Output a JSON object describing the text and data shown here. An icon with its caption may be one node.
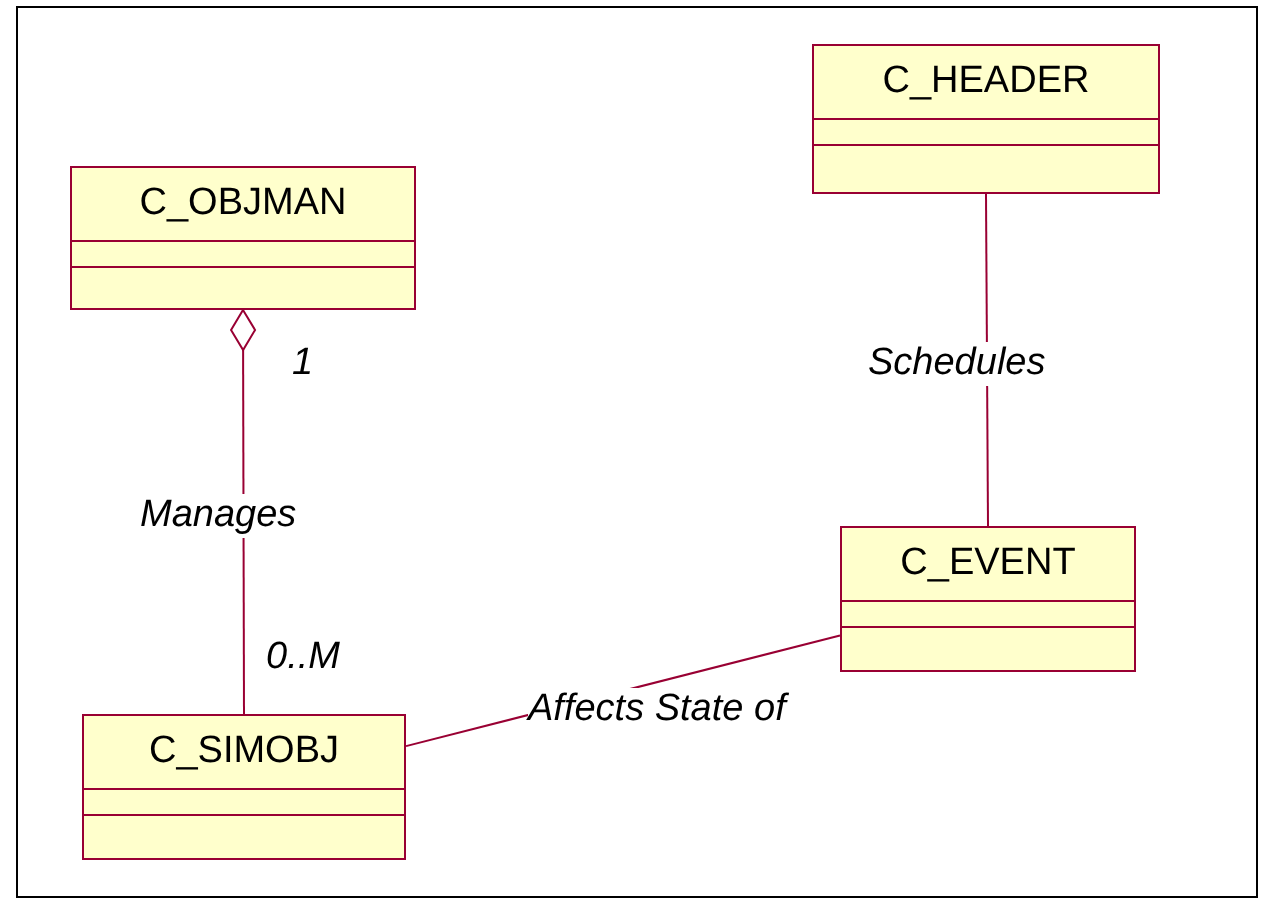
{
  "diagram": {
    "nodes": [
      {
        "text": [
          "C_OBJMAN"
        ]
      },
      {
        "text": [
          "C_HEADER"
        ]
      },
      {
        "text": [
          "C_EVENT"
        ]
      },
      {
        "text": [
          "C_SIMOBJ"
        ]
      }
    ],
    "edges": [
      {
        "from": 0,
        "to": 3,
        "arrow": "other",
        "label": "Manages"
      },
      {
        "from": 1,
        "to": 2,
        "arrow": "none",
        "label": "Schedules"
      },
      {
        "from": 2,
        "to": 3,
        "arrow": "none",
        "label": "Affects State of"
      }
    ],
    "labels": [
      "1",
      "0..M"
    ]
  }
}
